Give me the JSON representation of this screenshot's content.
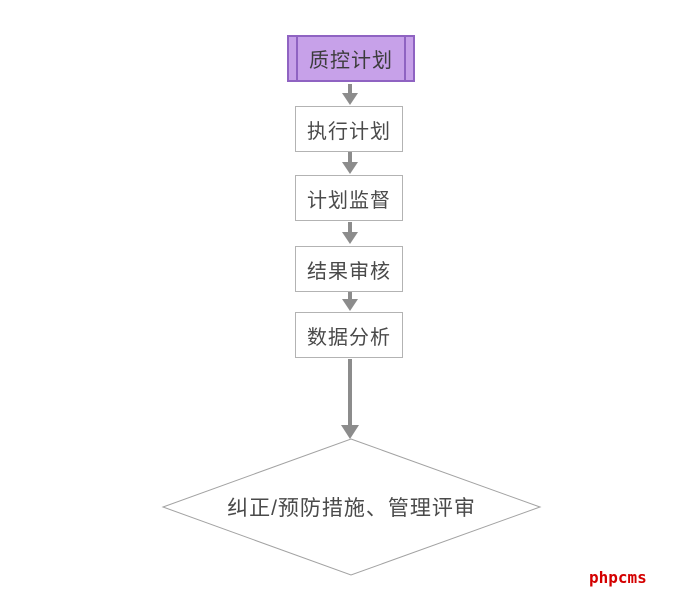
{
  "diagram": {
    "title_hint": "质控流程图",
    "nodes": [
      {
        "id": "qc-plan",
        "label": "质控计划",
        "type": "predefined-process",
        "fill": "#c7a1e9",
        "border": "#8f63c2"
      },
      {
        "id": "execute-plan",
        "label": "执行计划",
        "type": "process",
        "fill": "#ffffff",
        "border": "#b3b3b3"
      },
      {
        "id": "plan-supervision",
        "label": "计划监督",
        "type": "process",
        "fill": "#ffffff",
        "border": "#b3b3b3"
      },
      {
        "id": "result-review",
        "label": "结果审核",
        "type": "process",
        "fill": "#ffffff",
        "border": "#b3b3b3"
      },
      {
        "id": "data-analysis",
        "label": "数据分析",
        "type": "process",
        "fill": "#ffffff",
        "border": "#b3b3b3"
      },
      {
        "id": "corrective-review",
        "label": "纠正/预防措施、管理评审",
        "type": "decision",
        "fill": "#ffffff",
        "border": "#a2a2a2"
      }
    ],
    "edges": [
      {
        "from": "qc-plan",
        "to": "execute-plan"
      },
      {
        "from": "execute-plan",
        "to": "plan-supervision"
      },
      {
        "from": "plan-supervision",
        "to": "result-review"
      },
      {
        "from": "result-review",
        "to": "data-analysis"
      },
      {
        "from": "data-analysis",
        "to": "corrective-review"
      }
    ],
    "colors": {
      "arrow": "#8c8c8c",
      "text": "#4a4a4a",
      "background": "#ffffff"
    }
  },
  "watermark": {
    "text": "phpcms",
    "color": "#d40000"
  }
}
